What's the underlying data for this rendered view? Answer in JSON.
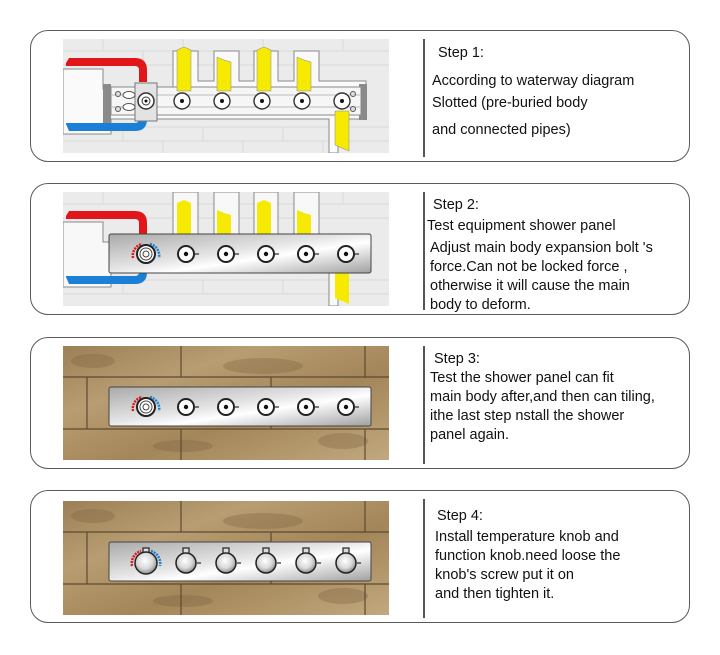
{
  "steps": [
    {
      "title": "Step 1:",
      "lines": [
        "According to waterway diagram",
        "Slotted (pre-buried body",
        "and connected pipes)"
      ],
      "illustration": "wall-with-embedded-main-body-and-pipes"
    },
    {
      "title": "Step 2:",
      "lines": [
        "Test equipment shower panel",
        "Adjust main body expansion bolt 's",
        "force.Can not be locked force ,",
        "otherwise it will cause the main",
        "body to deform."
      ],
      "illustration": "shower-panel-test-fit-over-brick-wall"
    },
    {
      "title": "Step 3:",
      "lines": [
        "Test the shower panel can fit",
        "main body after,and then can tiling,",
        "ithe last step nstall the shower",
        "panel again."
      ],
      "illustration": "shower-panel-on-tiled-wall"
    },
    {
      "title": "Step 4:",
      "lines": [
        "Install temperature knob and",
        "function knob.need loose the",
        "knob's screw put it on",
        "and then tighten it."
      ],
      "illustration": "shower-panel-with-knobs-on-tiled-wall"
    }
  ],
  "colors": {
    "hot_pipe": "#e0161b",
    "cold_pipe": "#1a7fd6",
    "supply_pipe": "#f5ea00",
    "card_border": "#5a5a5a",
    "brick_wall": "#ececec",
    "tile": "#a58a5e",
    "panel": "#cfcfcf"
  }
}
